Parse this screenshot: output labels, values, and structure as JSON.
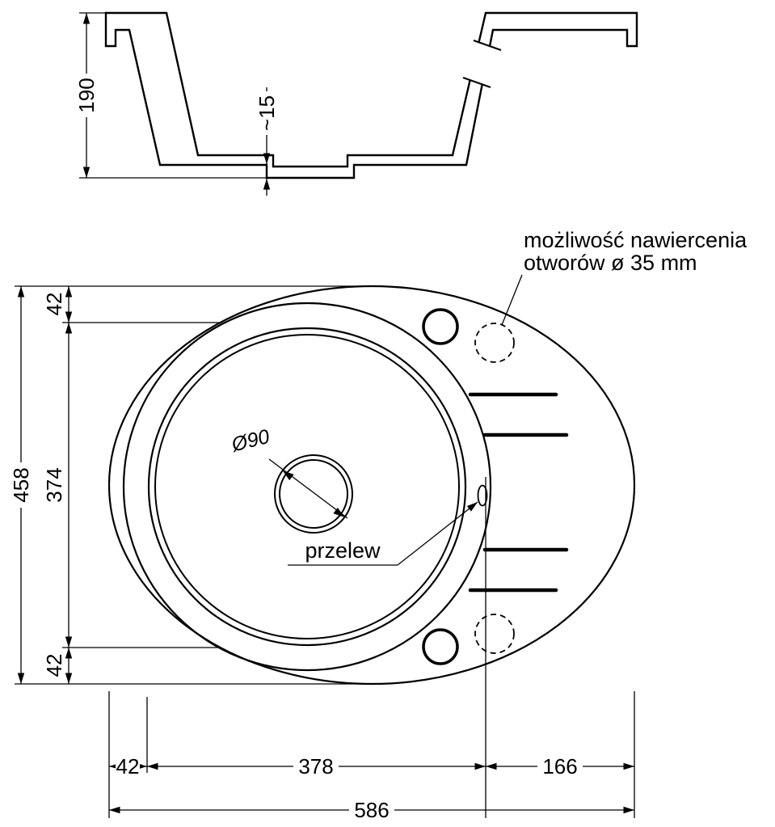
{
  "section": {
    "dim_height": "190",
    "dim_recess": "~15"
  },
  "plan": {
    "note_line1": "możliwość nawiercenia",
    "note_line2": "otworów ø 35 mm",
    "drain_diameter": "Ø90",
    "overflow_label": "przelew",
    "dim_total_height": "458",
    "dim_top": "42",
    "dim_middle": "374",
    "dim_bottom": "42",
    "dim_left": "42",
    "dim_center": "378",
    "dim_right": "166",
    "dim_total_width": "586"
  },
  "colors": {
    "line": "#000000",
    "background": "#ffffff"
  }
}
